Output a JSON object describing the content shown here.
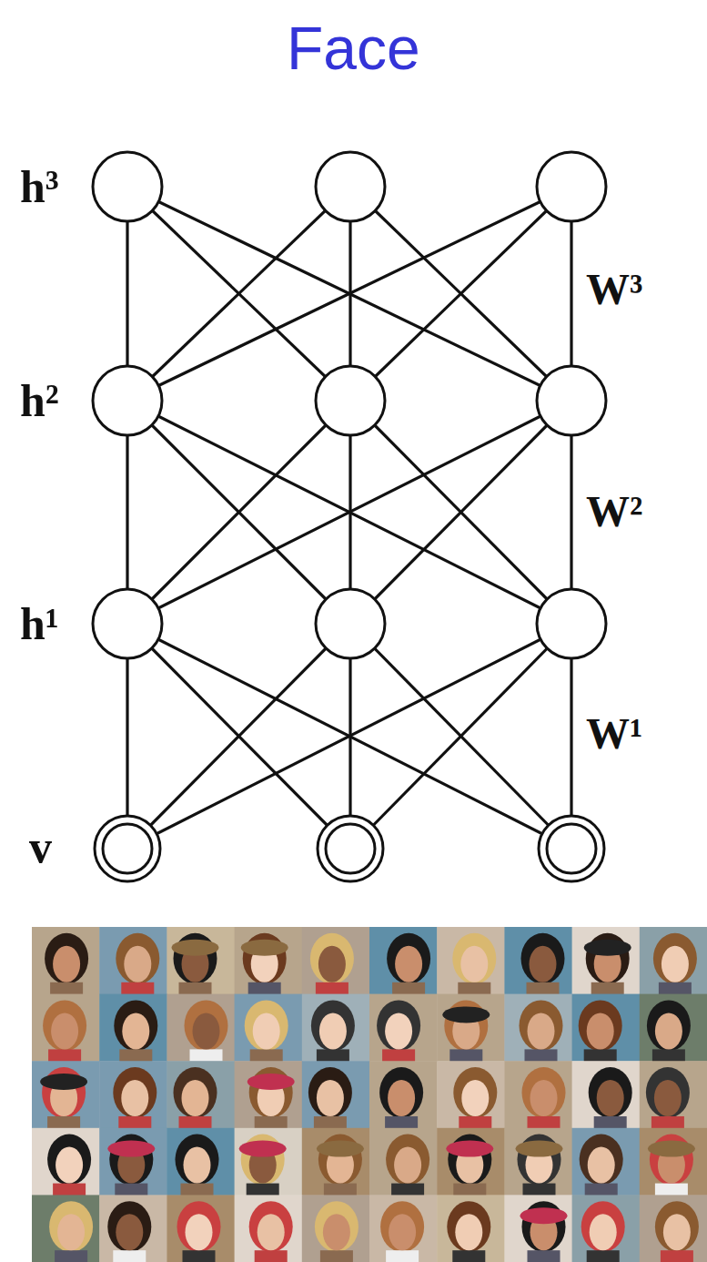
{
  "diagram": {
    "title": "Face",
    "labels": [
      "h³",
      "h²",
      "h¹",
      "v",
      "W³",
      "W²",
      "W¹"
    ]
  }
}
